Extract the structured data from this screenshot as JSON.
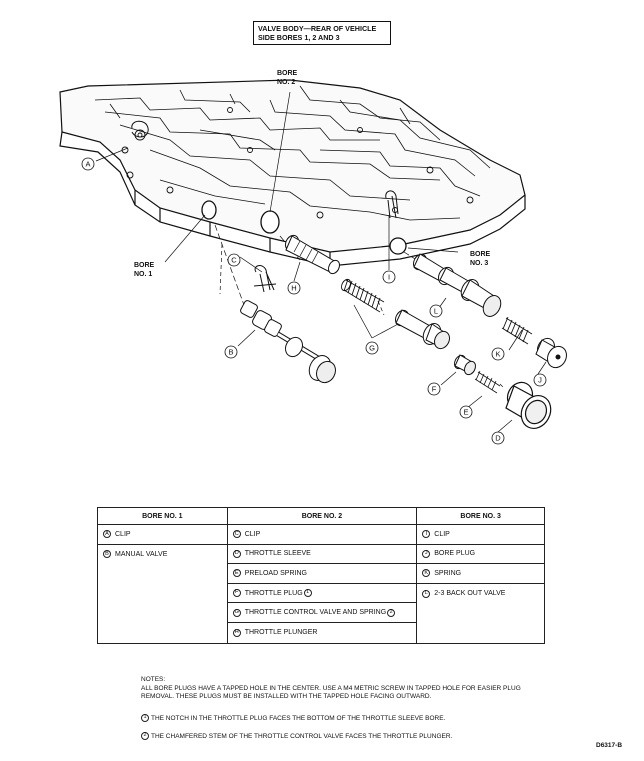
{
  "title": {
    "line1": "VALVE BODY—REAR OF VEHICLE",
    "line2": "SIDE BORES 1, 2 AND 3"
  },
  "diagram": {
    "bore_labels": [
      {
        "line1": "BORE",
        "line2": "NO. 2"
      },
      {
        "line1": "BORE",
        "line2": "NO. 1"
      },
      {
        "line1": "BORE",
        "line2": "NO. 3"
      }
    ],
    "callouts": [
      "A",
      "B",
      "C",
      "D",
      "E",
      "F",
      "G",
      "H",
      "I",
      "J",
      "K",
      "L"
    ]
  },
  "table": {
    "headers": [
      "BORE NO. 1",
      "BORE NO. 2",
      "BORE NO. 3"
    ],
    "bore1": [
      {
        "letter": "A",
        "label": "CLIP"
      },
      {
        "letter": "B",
        "label": "MANUAL VALVE"
      }
    ],
    "bore2": [
      {
        "letter": "C",
        "label": "CLIP",
        "note": ""
      },
      {
        "letter": "D",
        "label": "THROTTLE SLEEVE",
        "note": ""
      },
      {
        "letter": "E",
        "label": "PRELOAD SPRING",
        "note": ""
      },
      {
        "letter": "F",
        "label": "THROTTLE PLUG",
        "note": "1"
      },
      {
        "letter": "G",
        "label": "THROTTLE CONTROL VALVE AND SPRING",
        "note": "2"
      },
      {
        "letter": "H",
        "label": "THROTTLE PLUNGER",
        "note": ""
      }
    ],
    "bore3": [
      {
        "letter": "I",
        "label": "CLIP"
      },
      {
        "letter": "J",
        "label": "BORE PLUG"
      },
      {
        "letter": "K",
        "label": "SPRING"
      },
      {
        "letter": "L",
        "label": "2-3 BACK OUT VALVE"
      }
    ]
  },
  "notes": {
    "heading": "NOTES:",
    "body": "ALL BORE PLUGS HAVE A TAPPED HOLE IN THE CENTER. USE A M4 METRIC SCREW IN TAPPED HOLE FOR EASIER PLUG REMOVAL. THESE PLUGS MUST BE INSTALLED WITH THE TAPPED HOLE FACING OUTWARD.",
    "note1_num": "1",
    "note1": "THE NOTCH IN THE THROTTLE PLUG FACES THE BOTTOM OF THE THROTTLE SLEEVE BORE.",
    "note2_num": "2",
    "note2": "THE CHAMFERED STEM OF THE THROTTLE CONTROL VALVE FACES THE THROTTLE PLUNGER."
  },
  "figure_code": "D6317-B"
}
